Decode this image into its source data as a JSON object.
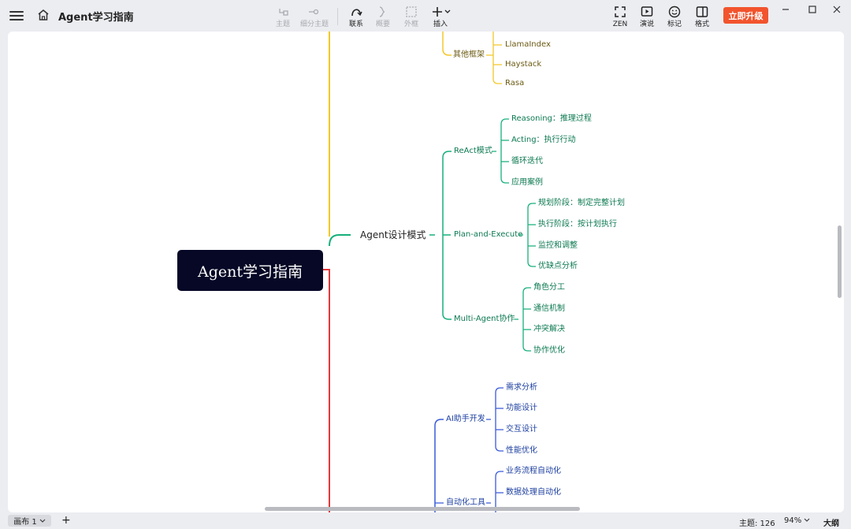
{
  "header": {
    "title": "Agent学习指南",
    "tools": {
      "topic": "主题",
      "subtopic": "细分主题",
      "relation": "联系",
      "summary": "概要",
      "boundary": "外框",
      "insert": "插入",
      "zen": "ZEN",
      "present": "演说",
      "mark": "标记",
      "format": "格式"
    },
    "upgrade": "立即升级"
  },
  "mindmap": {
    "root": "Agent学习指南",
    "other_frameworks": {
      "label": "其他框架",
      "children": [
        "LlamaIndex",
        "Haystack",
        "Rasa"
      ]
    },
    "design_patterns": {
      "label": "Agent设计模式",
      "react": {
        "label": "ReAct模式",
        "children": [
          "Reasoning：推理过程",
          "Acting：执行行动",
          "循环迭代",
          "应用案例"
        ]
      },
      "plan": {
        "label": "Plan-and-Execute",
        "children": [
          "规划阶段：制定完整计划",
          "执行阶段：按计划执行",
          "监控和调整",
          "优缺点分析"
        ]
      },
      "multi": {
        "label": "Multi-Agent协作",
        "children": [
          "角色分工",
          "通信机制",
          "冲突解决",
          "协作优化"
        ]
      }
    },
    "ai_assistant": {
      "label": "AI助手开发",
      "children": [
        "需求分析",
        "功能设计",
        "交互设计",
        "性能优化"
      ]
    },
    "automation": {
      "label": "自动化工具",
      "children": [
        "业务流程自动化",
        "数据处理自动化"
      ]
    }
  },
  "colors": {
    "yellow": "#f2c72a",
    "green": "#17b07b",
    "red": "#e5383b",
    "blue": "#3a5bd9",
    "root_bg": "#060826",
    "upgrade": "#f2542d"
  },
  "footer": {
    "canvas_tab": "画布 1",
    "topic_count": "主题: 126",
    "zoom": "94%",
    "outline": "大纲"
  }
}
